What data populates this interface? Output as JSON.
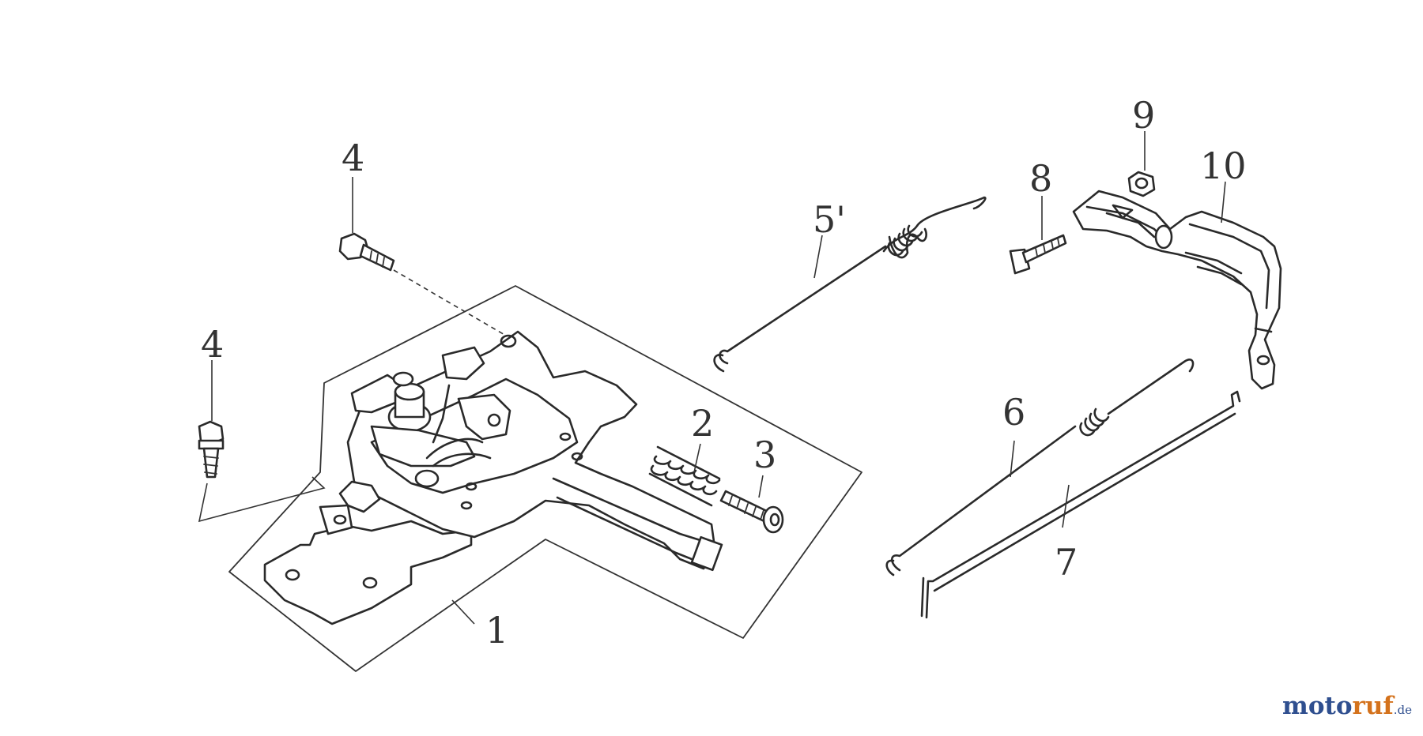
{
  "callouts": {
    "p1": "1",
    "p2": "2",
    "p3": "3",
    "p4a": "4",
    "p4b": "4",
    "p5": "5'",
    "p6": "6",
    "p7": "7",
    "p8": "8",
    "p9": "9",
    "p10": "10"
  },
  "watermark": {
    "part1": "moto",
    "part2": "ruf",
    "part3": ".de"
  },
  "colors": {
    "line": "#2a2a2a",
    "brand_blue": "#2f4f8f",
    "brand_orange": "#d4721c"
  }
}
